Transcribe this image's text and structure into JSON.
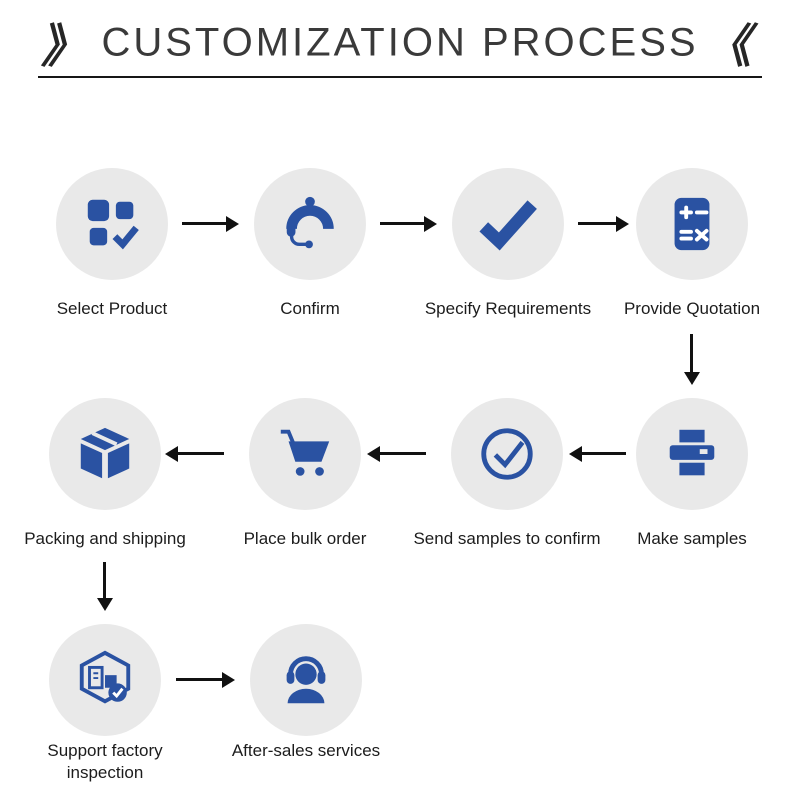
{
  "title": {
    "text": "CUSTOMIZATION PROCESS",
    "decor_left": "》",
    "decor_right": "《"
  },
  "colors": {
    "accent": "#2a52a2",
    "circle_background": "#e9e9e9",
    "arrow": "#111111",
    "text": "#1c1c1c"
  },
  "steps": [
    {
      "label": "Select Product",
      "icon": "select-product-icon"
    },
    {
      "label": "Confirm",
      "icon": "customer-service-icon"
    },
    {
      "label": "Specify Requirements",
      "icon": "checkmark-icon"
    },
    {
      "label": "Provide Quotation",
      "icon": "calculator-icon"
    },
    {
      "label": "Make samples",
      "icon": "printer-icon"
    },
    {
      "label": "Send samples to confirm",
      "icon": "circle-check-icon"
    },
    {
      "label": "Place bulk order",
      "icon": "cart-icon"
    },
    {
      "label": "Packing and shipping",
      "icon": "box-icon"
    },
    {
      "label": "Support factory inspection",
      "icon": "inspection-icon"
    },
    {
      "label": "After-sales services",
      "icon": "headset-icon"
    }
  ]
}
